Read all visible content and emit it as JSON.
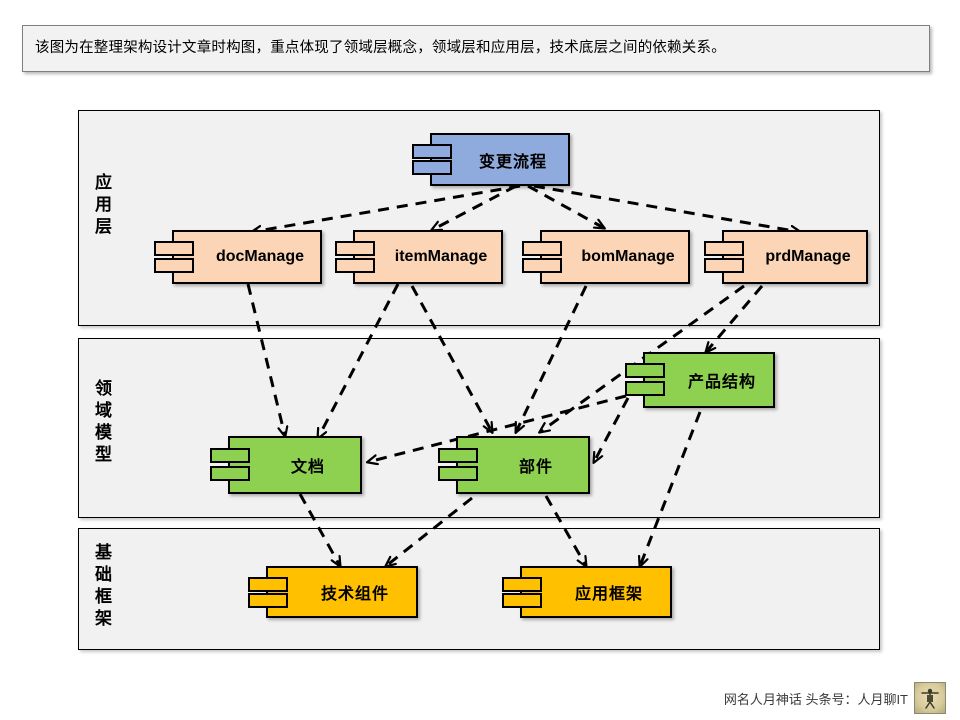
{
  "caption": {
    "text": "该图为在整理架构设计文章时构图，重点体现了领域层概念，领域层和应用层，技术底层之间的依赖关系。"
  },
  "layers": [
    {
      "id": "app",
      "title": "应用层",
      "color": "#fbd5b5"
    },
    {
      "id": "domain",
      "title": "领域模型",
      "color": "#8ed04f"
    },
    {
      "id": "infra",
      "title": "基础框架",
      "color": "#ffc000"
    }
  ],
  "components": {
    "process": {
      "label": "变更流程",
      "color": "#8faadc",
      "layer": "app"
    },
    "app": [
      {
        "label": "docManage",
        "color": "#fbd5b5"
      },
      {
        "label": "itemManage",
        "color": "#fbd5b5"
      },
      {
        "label": "bomManage",
        "color": "#fbd5b5"
      },
      {
        "label": "prdManage",
        "color": "#fbd5b5"
      }
    ],
    "domain": [
      {
        "label": "文档",
        "color": "#8ed04f"
      },
      {
        "label": "部件",
        "color": "#8ed04f"
      },
      {
        "label": "产品结构",
        "color": "#8ed04f"
      }
    ],
    "infra": [
      {
        "label": "技术组件",
        "color": "#ffc000"
      },
      {
        "label": "应用框架",
        "color": "#ffc000"
      }
    ]
  },
  "edges": {
    "style": "dashed-arrow",
    "color": "#000000",
    "relations": [
      {
        "from": "变更流程",
        "to": "docManage"
      },
      {
        "from": "变更流程",
        "to": "itemManage"
      },
      {
        "from": "变更流程",
        "to": "bomManage"
      },
      {
        "from": "变更流程",
        "to": "prdManage"
      },
      {
        "from": "docManage",
        "to": "文档"
      },
      {
        "from": "itemManage",
        "to": "文档"
      },
      {
        "from": "itemManage",
        "to": "部件"
      },
      {
        "from": "bomManage",
        "to": "部件"
      },
      {
        "from": "prdManage",
        "to": "部件"
      },
      {
        "from": "prdManage",
        "to": "产品结构"
      },
      {
        "from": "产品结构",
        "to": "部件"
      },
      {
        "from": "产品结构",
        "to": "文档"
      },
      {
        "from": "文档",
        "to": "技术组件"
      },
      {
        "from": "部件",
        "to": "技术组件"
      },
      {
        "from": "部件",
        "to": "应用框架"
      },
      {
        "from": "产品结构",
        "to": "应用框架"
      }
    ]
  },
  "footer": {
    "text": "网名人月神话 头条号：人月聊IT",
    "avatar_alt": "vitruvian-avatar"
  }
}
